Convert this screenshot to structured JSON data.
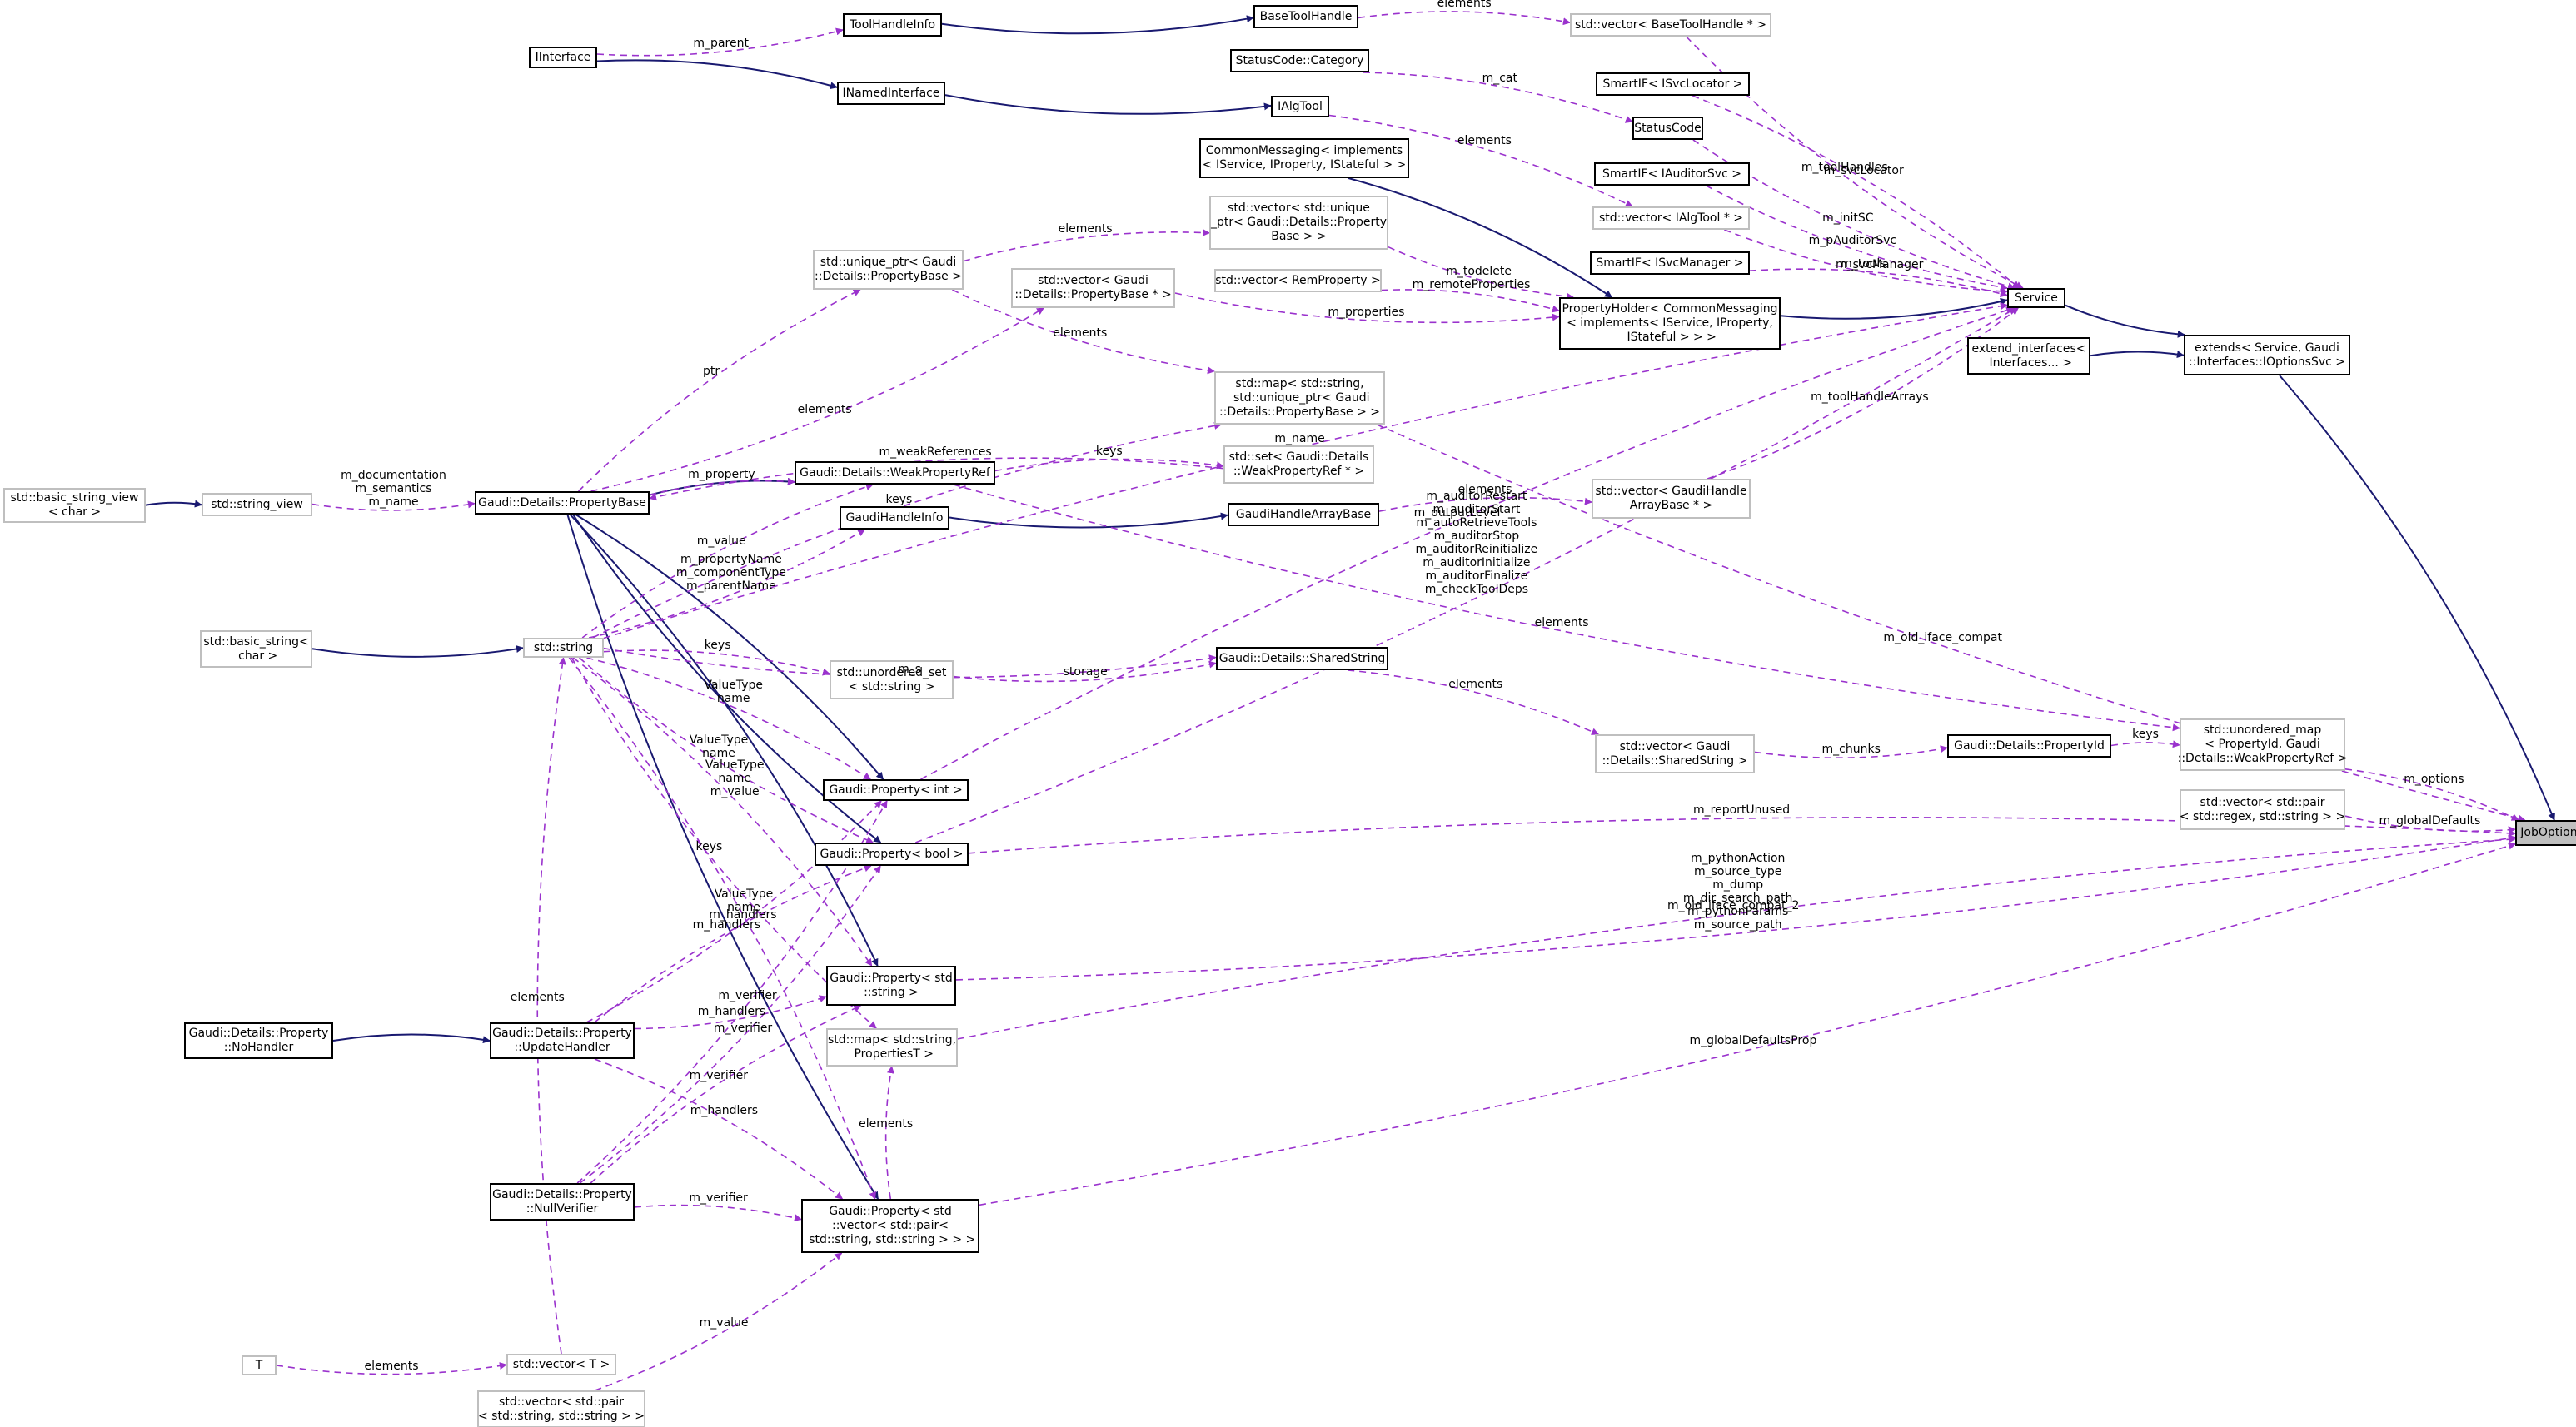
{
  "diagram": {
    "colors": {
      "inheritance": "#191970",
      "usage": "#9a32cd",
      "gray_border": "#bfbfbf",
      "focus_fill": "#bfbfbf"
    },
    "nodes": [
      {
        "id": "JobOptionsSvc",
        "label": "JobOptionsSvc",
        "style": "focus"
      },
      {
        "id": "extends",
        "label": "extends< Service, Gaudi\n::Interfaces::IOptionsSvc >",
        "style": "solid"
      },
      {
        "id": "extend_interfaces",
        "label": "extend_interfaces<\n Interfaces... >",
        "style": "solid"
      },
      {
        "id": "Service",
        "label": "Service",
        "style": "solid"
      },
      {
        "id": "PropertyHolder",
        "label": "PropertyHolder< CommonMessaging\n< implements< IService, IProperty,\n IStateful > > >",
        "style": "solid"
      },
      {
        "id": "CommonMessaging",
        "label": "CommonMessaging< implements\n< IService, IProperty, IStateful > >",
        "style": "solid"
      },
      {
        "id": "IInterface",
        "label": "IInterface",
        "style": "solid"
      },
      {
        "id": "ToolHandleInfo",
        "label": "ToolHandleInfo",
        "style": "solid"
      },
      {
        "id": "BaseToolHandle",
        "label": "BaseToolHandle",
        "style": "solid"
      },
      {
        "id": "INamedInterface",
        "label": "INamedInterface",
        "style": "solid"
      },
      {
        "id": "IAlgTool",
        "label": "IAlgTool",
        "style": "solid"
      },
      {
        "id": "StatusCodeCategory",
        "label": "StatusCode::Category",
        "style": "solid"
      },
      {
        "id": "StatusCode",
        "label": "StatusCode",
        "style": "solid"
      },
      {
        "id": "SmartIFISvcLocator",
        "label": "SmartIF< ISvcLocator >",
        "style": "solid"
      },
      {
        "id": "SmartIFIAuditorSvc",
        "label": "SmartIF< IAuditorSvc >",
        "style": "solid"
      },
      {
        "id": "SmartIFISvcManager",
        "label": "SmartIF< ISvcManager >",
        "style": "solid"
      },
      {
        "id": "vecBaseToolHandle",
        "label": "std::vector< BaseToolHandle * >",
        "style": "gray"
      },
      {
        "id": "vecIAlgTool",
        "label": "std::vector< IAlgTool * >",
        "style": "gray"
      },
      {
        "id": "vecUniquePtr",
        "label": "std::vector< std::unique\n_ptr< Gaudi::Details::Property\nBase > >",
        "style": "gray"
      },
      {
        "id": "uniquePtrPB",
        "label": "std::unique_ptr< Gaudi\n::Details::PropertyBase >",
        "style": "gray"
      },
      {
        "id": "vecPBptr",
        "label": "std::vector< Gaudi\n::Details::PropertyBase * >",
        "style": "gray"
      },
      {
        "id": "vecRemProperty",
        "label": "std::vector< RemProperty >",
        "style": "gray"
      },
      {
        "id": "mapStrUniquePtr",
        "label": "std::map< std::string,\n std::unique_ptr< Gaudi\n::Details::PropertyBase > >",
        "style": "gray"
      },
      {
        "id": "setWeakRef",
        "label": "std::set< Gaudi::Details\n::WeakPropertyRef * >",
        "style": "gray"
      },
      {
        "id": "vecGaudiHandleArrayBase",
        "label": "std::vector< GaudiHandle\nArrayBase * >",
        "style": "gray"
      },
      {
        "id": "PropertyBase",
        "label": "Gaudi::Details::PropertyBase",
        "style": "solid"
      },
      {
        "id": "WeakPropertyRef",
        "label": "Gaudi::Details::WeakPropertyRef",
        "style": "solid"
      },
      {
        "id": "GaudiHandleInfo",
        "label": "GaudiHandleInfo",
        "style": "solid"
      },
      {
        "id": "GaudiHandleArrayBase",
        "label": "GaudiHandleArrayBase",
        "style": "solid"
      },
      {
        "id": "basicStringView",
        "label": "std::basic_string_view\n< char >",
        "style": "gray"
      },
      {
        "id": "stringView",
        "label": "std::string_view",
        "style": "gray"
      },
      {
        "id": "basicString",
        "label": "std::basic_string<\n char >",
        "style": "gray"
      },
      {
        "id": "stdString",
        "label": "std::string",
        "style": "gray"
      },
      {
        "id": "unorderedSetString",
        "label": "std::unordered_set\n< std::string >",
        "style": "gray"
      },
      {
        "id": "SharedString",
        "label": "Gaudi::Details::SharedString",
        "style": "solid"
      },
      {
        "id": "vecSharedString",
        "label": "std::vector< Gaudi\n::Details::SharedString >",
        "style": "gray"
      },
      {
        "id": "PropertyId",
        "label": "Gaudi::Details::PropertyId",
        "style": "solid"
      },
      {
        "id": "unorderedMapPropId",
        "label": "std::unordered_map\n< PropertyId, Gaudi\n::Details::WeakPropertyRef >",
        "style": "gray"
      },
      {
        "id": "vecPairRegex",
        "label": "std::vector< std::pair\n< std::regex, std::string > >",
        "style": "gray"
      },
      {
        "id": "PropertyInt",
        "label": "Gaudi::Property< int >",
        "style": "solid"
      },
      {
        "id": "PropertyBool",
        "label": "Gaudi::Property< bool >",
        "style": "solid"
      },
      {
        "id": "PropertyString",
        "label": "Gaudi::Property< std\n::string >",
        "style": "solid"
      },
      {
        "id": "mapStrPropertiesT",
        "label": "std::map< std::string,\n PropertiesT >",
        "style": "gray"
      },
      {
        "id": "PropertyVecPair",
        "label": "Gaudi::Property< std\n::vector< std::pair<\n std::string, std::string > > >",
        "style": "solid"
      },
      {
        "id": "NoHandler",
        "label": "Gaudi::Details::Property\n::NoHandler",
        "style": "solid"
      },
      {
        "id": "UpdateHandler",
        "label": "Gaudi::Details::Property\n::UpdateHandler",
        "style": "solid"
      },
      {
        "id": "NullVerifier",
        "label": "Gaudi::Details::Property\n::NullVerifier",
        "style": "solid"
      },
      {
        "id": "T",
        "label": "T",
        "style": "gray"
      },
      {
        "id": "vecT",
        "label": "std::vector< T >",
        "style": "gray"
      },
      {
        "id": "vecPairStr",
        "label": "std::vector< std::pair\n< std::string, std::string > >",
        "style": "gray"
      }
    ],
    "edges": [
      {
        "from": "extends",
        "to": "JobOptionsSvc",
        "kind": "inheritance"
      },
      {
        "from": "Service",
        "to": "extends",
        "kind": "inheritance"
      },
      {
        "from": "extend_interfaces",
        "to": "extends",
        "kind": "inheritance"
      },
      {
        "from": "PropertyHolder",
        "to": "Service",
        "kind": "inheritance"
      },
      {
        "from": "CommonMessaging",
        "to": "PropertyHolder",
        "kind": "inheritance"
      },
      {
        "from": "ToolHandleInfo",
        "to": "BaseToolHandle",
        "kind": "inheritance"
      },
      {
        "from": "IInterface",
        "to": "INamedInterface",
        "kind": "inheritance"
      },
      {
        "from": "INamedInterface",
        "to": "IAlgTool",
        "kind": "inheritance"
      },
      {
        "from": "PropertyBase",
        "to": "WeakPropertyRef",
        "kind": "inheritance"
      },
      {
        "from": "GaudiHandleInfo",
        "to": "GaudiHandleArrayBase",
        "kind": "inheritance"
      },
      {
        "from": "basicStringView",
        "to": "stringView",
        "kind": "inheritance"
      },
      {
        "from": "basicString",
        "to": "stdString",
        "kind": "inheritance"
      },
      {
        "from": "PropertyBase",
        "to": "PropertyInt",
        "kind": "inheritance"
      },
      {
        "from": "PropertyBase",
        "to": "PropertyBool",
        "kind": "inheritance"
      },
      {
        "from": "PropertyBase",
        "to": "PropertyString",
        "kind": "inheritance"
      },
      {
        "from": "PropertyBase",
        "to": "PropertyVecPair",
        "kind": "inheritance"
      },
      {
        "from": "NoHandler",
        "to": "UpdateHandler",
        "kind": "inheritance"
      },
      {
        "from": "IInterface",
        "to": "ToolHandleInfo",
        "kind": "usage",
        "label": "m_parent"
      },
      {
        "from": "BaseToolHandle",
        "to": "vecBaseToolHandle",
        "kind": "usage",
        "label": "elements"
      },
      {
        "from": "vecBaseToolHandle",
        "to": "Service",
        "kind": "usage",
        "label": "m_toolHandles"
      },
      {
        "from": "StatusCodeCategory",
        "to": "StatusCode",
        "kind": "usage",
        "label": "m_cat"
      },
      {
        "from": "StatusCode",
        "to": "Service",
        "kind": "usage",
        "label": "m_initSC"
      },
      {
        "from": "SmartIFISvcLocator",
        "to": "Service",
        "kind": "usage",
        "label": "m_svcLocator"
      },
      {
        "from": "SmartIFIAuditorSvc",
        "to": "Service",
        "kind": "usage",
        "label": "m_pAuditorSvc"
      },
      {
        "from": "IAlgTool",
        "to": "vecIAlgTool",
        "kind": "usage",
        "label": "elements"
      },
      {
        "from": "vecIAlgTool",
        "to": "Service",
        "kind": "usage",
        "label": "m_tools"
      },
      {
        "from": "SmartIFISvcManager",
        "to": "Service",
        "kind": "usage",
        "label": "m_svcManager"
      },
      {
        "from": "vecGaudiHandleArrayBase",
        "to": "Service",
        "kind": "usage",
        "label": "m_toolHandleArrays"
      },
      {
        "from": "GaudiHandleArrayBase",
        "to": "vecGaudiHandleArrayBase",
        "kind": "usage",
        "label": "elements"
      },
      {
        "from": "vecUniquePtr",
        "to": "PropertyHolder",
        "kind": "usage",
        "label": "m_todelete"
      },
      {
        "from": "vecRemProperty",
        "to": "PropertyHolder",
        "kind": "usage",
        "label": "m_remoteProperties"
      },
      {
        "from": "vecPBptr",
        "to": "PropertyHolder",
        "kind": "usage",
        "label": "m_properties"
      },
      {
        "from": "uniquePtrPB",
        "to": "vecUniquePtr",
        "kind": "usage",
        "label": "elements"
      },
      {
        "from": "uniquePtrPB",
        "to": "mapStrUniquePtr",
        "kind": "usage",
        "label": "elements"
      },
      {
        "from": "PropertyBase",
        "to": "uniquePtrPB",
        "kind": "usage",
        "label": "ptr"
      },
      {
        "from": "PropertyBase",
        "to": "vecPBptr",
        "kind": "usage",
        "label": "elements"
      },
      {
        "from": "stdString",
        "to": "mapStrUniquePtr",
        "kind": "usage",
        "label": "keys"
      },
      {
        "from": "mapStrUniquePtr",
        "to": "JobOptionsSvc",
        "kind": "usage",
        "label": "m_old_iface_compat"
      },
      {
        "from": "WeakPropertyRef",
        "to": "setWeakRef",
        "kind": "usage",
        "label": "keys"
      },
      {
        "from": "setWeakRef",
        "to": "PropertyBase",
        "kind": "usage",
        "label": "m_weakReferences"
      },
      {
        "from": "PropertyBase",
        "to": "WeakPropertyRef",
        "kind": "usage",
        "label": "m_property"
      },
      {
        "from": "stringView",
        "to": "PropertyBase",
        "kind": "usage",
        "label": "m_documentation\nm_semantics\nm_name"
      },
      {
        "from": "stdString",
        "to": "WeakPropertyRef",
        "kind": "usage",
        "label": "m_value"
      },
      {
        "from": "stdString",
        "to": "GaudiHandleInfo",
        "kind": "usage",
        "label": "m_propertyName\nm_componentType\nm_parentName"
      },
      {
        "from": "stdString",
        "to": "Service",
        "kind": "usage",
        "label": "m_name"
      },
      {
        "from": "stdString",
        "to": "SharedString",
        "kind": "usage",
        "label": "m_s"
      },
      {
        "from": "stdString",
        "to": "unorderedSetString",
        "kind": "usage",
        "label": "keys"
      },
      {
        "from": "unorderedSetString",
        "to": "SharedString",
        "kind": "usage",
        "label": "storage"
      },
      {
        "from": "SharedString",
        "to": "vecSharedString",
        "kind": "usage",
        "label": "elements"
      },
      {
        "from": "vecSharedString",
        "to": "PropertyId",
        "kind": "usage",
        "label": "m_chunks"
      },
      {
        "from": "PropertyId",
        "to": "unorderedMapPropId",
        "kind": "usage",
        "label": "keys"
      },
      {
        "from": "WeakPropertyRef",
        "to": "unorderedMapPropId",
        "kind": "usage",
        "label": "elements"
      },
      {
        "from": "unorderedMapPropId",
        "to": "JobOptionsSvc",
        "kind": "usage",
        "label": "m_options"
      },
      {
        "from": "vecPairRegex",
        "to": "JobOptionsSvc",
        "kind": "usage",
        "label": "m_globalDefaults"
      },
      {
        "from": "PropertyInt",
        "to": "Service",
        "kind": "usage",
        "label": "m_outputLevel"
      },
      {
        "from": "PropertyBool",
        "to": "Service",
        "kind": "usage",
        "label": "m_auditorRestart\nm_auditorStart\nm_autoRetrieveTools\nm_auditorStop\nm_auditorReinitialize\nm_auditorInitialize\nm_auditorFinalize\nm_checkToolDeps"
      },
      {
        "from": "PropertyBool",
        "to": "JobOptionsSvc",
        "kind": "usage",
        "label": "m_reportUnused"
      },
      {
        "from": "PropertyString",
        "to": "JobOptionsSvc",
        "kind": "usage",
        "label": "m_pythonAction\nm_source_type\nm_dump\nm_dir_search_path\nm_pythonParams\nm_source_path"
      },
      {
        "from": "mapStrPropertiesT",
        "to": "JobOptionsSvc",
        "kind": "usage",
        "label": "m_old_iface_compat_2"
      },
      {
        "from": "PropertyVecPair",
        "to": "JobOptionsSvc",
        "kind": "usage",
        "label": "m_globalDefaultsProp"
      },
      {
        "from": "stdString",
        "to": "PropertyInt",
        "kind": "usage",
        "label": "ValueType\nname"
      },
      {
        "from": "stdString",
        "to": "PropertyBool",
        "kind": "usage",
        "label": "ValueType\nname"
      },
      {
        "from": "stdString",
        "to": "PropertyString",
        "kind": "usage",
        "label": "ValueType\nname\nm_value"
      },
      {
        "from": "stdString",
        "to": "mapStrPropertiesT",
        "kind": "usage",
        "label": "keys"
      },
      {
        "from": "stdString",
        "to": "PropertyVecPair",
        "kind": "usage",
        "label": "ValueType\nname"
      },
      {
        "from": "UpdateHandler",
        "to": "PropertyInt",
        "kind": "usage",
        "label": "m_handlers"
      },
      {
        "from": "UpdateHandler",
        "to": "PropertyBool",
        "kind": "usage",
        "label": "m_handlers"
      },
      {
        "from": "UpdateHandler",
        "to": "PropertyString",
        "kind": "usage",
        "label": "m_handlers"
      },
      {
        "from": "UpdateHandler",
        "to": "PropertyVecPair",
        "kind": "usage",
        "label": "m_handlers"
      },
      {
        "from": "NullVerifier",
        "to": "PropertyBool",
        "kind": "usage",
        "label": "m_verifier"
      },
      {
        "from": "NullVerifier",
        "to": "PropertyString",
        "kind": "usage",
        "label": "m_verifier"
      },
      {
        "from": "NullVerifier",
        "to": "PropertyInt",
        "kind": "usage",
        "label": "m_verifier"
      },
      {
        "from": "NullVerifier",
        "to": "PropertyVecPair",
        "kind": "usage",
        "label": "m_verifier"
      },
      {
        "from": "T",
        "to": "vecT",
        "kind": "usage",
        "label": "elements"
      },
      {
        "from": "vecT",
        "to": "stdString",
        "kind": "usage",
        "label": "elements"
      },
      {
        "from": "vecPairStr",
        "to": "PropertyVecPair",
        "kind": "usage",
        "label": "m_value"
      },
      {
        "from": "PropertyVecPair",
        "to": "mapStrPropertiesT",
        "kind": "usage",
        "label": "elements"
      }
    ]
  }
}
